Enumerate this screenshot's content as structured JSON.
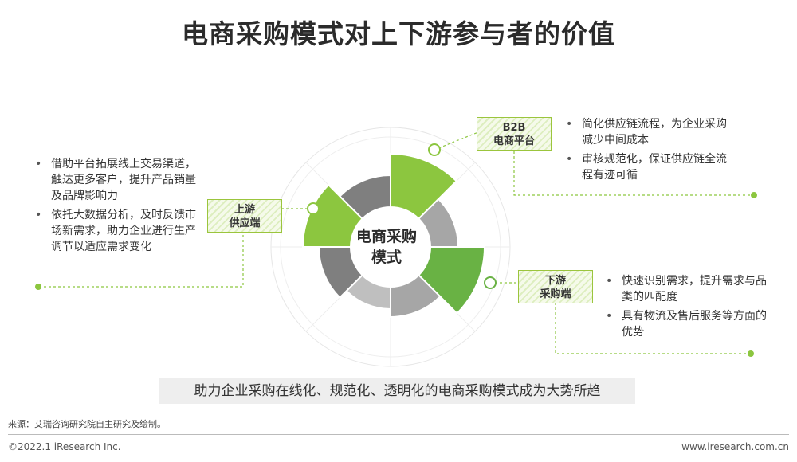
{
  "title": "电商采购模式对上下游参与者的价值",
  "center_label": [
    "电商采购",
    "模式"
  ],
  "participants": {
    "upstream": {
      "tag": [
        "上游",
        "供应端"
      ],
      "bullets": [
        "借助平台拓展线上交易渠道，触达更多客户，提升产品销量及品牌影响力",
        "依托大数据分析，及时反馈市场新需求，助力企业进行生产调节以适应需求变化"
      ]
    },
    "platform": {
      "tag": [
        "B2B",
        "电商平台"
      ],
      "bullets": [
        "简化供应链流程，为企业采购减少中间成本",
        "审核规范化，保证供应链全流程有迹可循"
      ]
    },
    "downstream": {
      "tag": [
        "下游",
        "采购端"
      ],
      "bullets": [
        "快速识别需求，提升需求与品类的匹配度",
        "具有物流及售后服务等方面的优势"
      ]
    }
  },
  "conclusion": "助力企业采购在线化、规范化、透明化的电商采购模式成为大势所趋",
  "source": "来源：艾瑞咨询研究院自主研究及绘制。",
  "footer": {
    "copyright": "©2022.1 iResearch Inc.",
    "website": "www.iresearch.com.cn"
  },
  "colors": {
    "accent_light_green": "#8cc63f",
    "accent_mid_green": "#69b244",
    "gray_dark": "#7f7f7f",
    "gray_mid": "#a6a6a6",
    "gray_light": "#bfbfbf",
    "text": "#333333"
  }
}
